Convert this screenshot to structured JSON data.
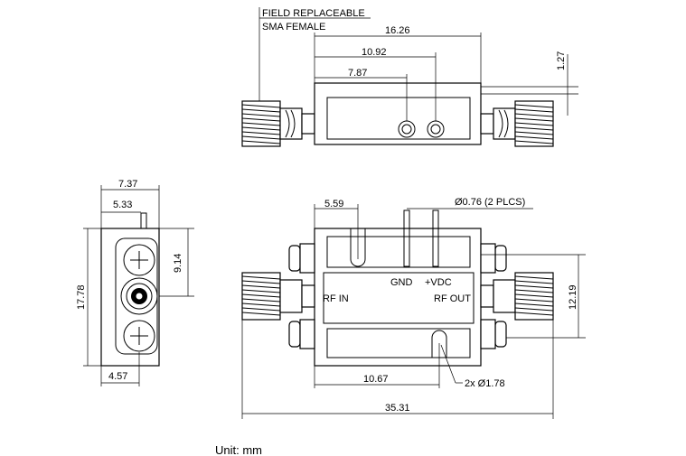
{
  "notes": {
    "connector_line1": "FIELD REPLACEABLE",
    "connector_line2": "SMA FEMALE",
    "unit": "Unit: mm"
  },
  "top_view": {
    "dim_16_26": "16.26",
    "dim_10_92": "10.92",
    "dim_7_87": "7.87",
    "dim_1_27": "1.27"
  },
  "side_view": {
    "dim_7_37": "7.37",
    "dim_5_33": "5.33",
    "dim_9_14": "9.14",
    "dim_17_78": "17.78",
    "dim_4_57": "4.57"
  },
  "front_view": {
    "dim_5_59": "5.59",
    "pin_note": "Ø0.76 (2 PLCS)",
    "gnd": "GND",
    "vdc": "+VDC",
    "rf_in": "RF IN",
    "rf_out": "RF OUT",
    "dim_12_19": "12.19",
    "dim_10_67": "10.67",
    "hole_note": "2x Ø1.78",
    "dim_35_31": "35.31"
  }
}
